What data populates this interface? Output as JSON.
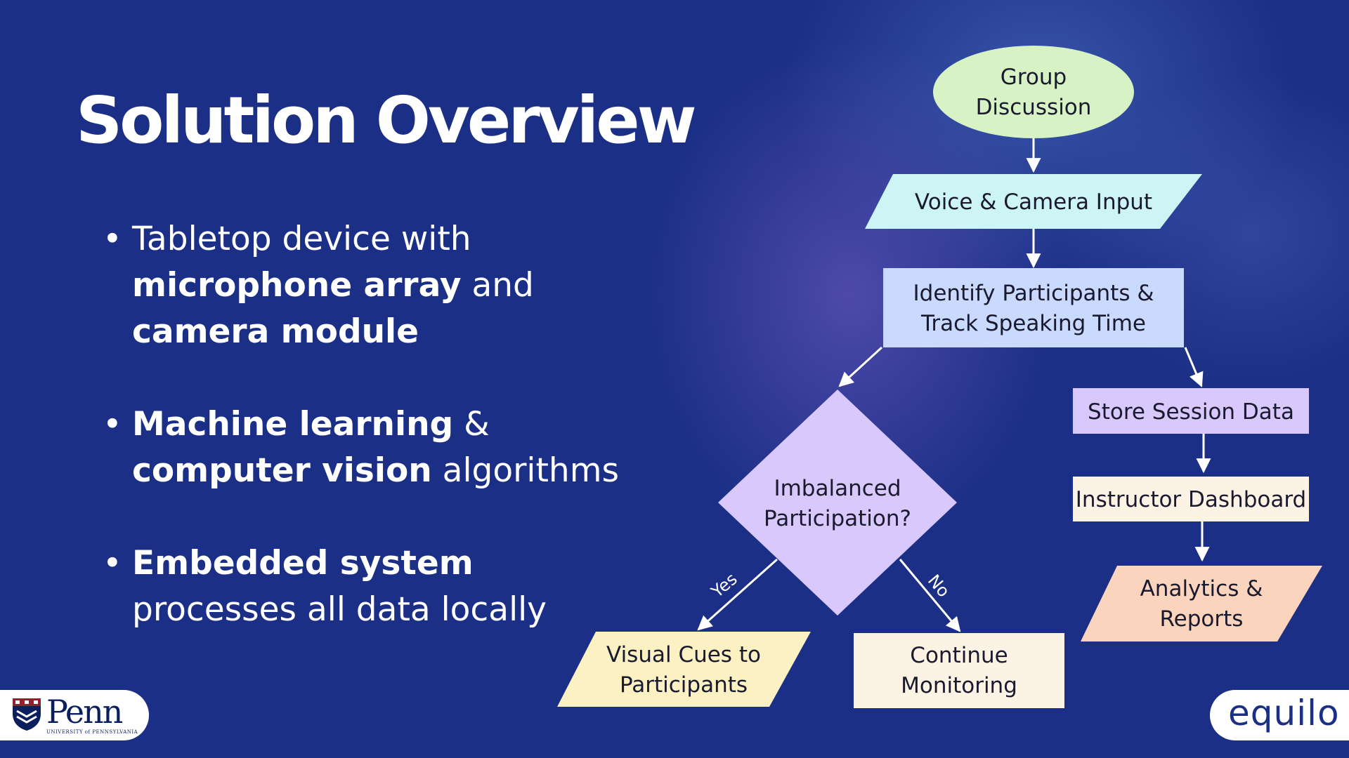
{
  "title": "Solution Overview",
  "bullets": [
    {
      "l1": "Tabletop device with",
      "l2_bold": "microphone array",
      "l2_rest": " and",
      "l3_bold": "camera module"
    },
    {
      "l1_bold": "Machine learning",
      "l1_rest": " &",
      "l2_bold": "computer vision",
      "l2_rest": " algorithms"
    },
    {
      "l1_bold": "Embedded system",
      "l2": "processes all data locally"
    }
  ],
  "flowchart": {
    "nodes": {
      "group_discussion": [
        "Group",
        "Discussion"
      ],
      "voice_camera_input": [
        "Voice & Camera Input"
      ],
      "identify_track": [
        "Identify Participants &",
        "Track Speaking Time"
      ],
      "store_session": [
        "Store Session Data"
      ],
      "imbalanced": [
        "Imbalanced",
        "Participation?"
      ],
      "instructor_dashboard": [
        "Instructor Dashboard"
      ],
      "analytics_reports": [
        "Analytics &",
        "Reports"
      ],
      "visual_cues": [
        "Visual Cues to",
        "Participants"
      ],
      "continue_monitoring": [
        "Continue",
        "Monitoring"
      ]
    },
    "edge_labels": {
      "yes": "Yes",
      "no": "No"
    },
    "colors": {
      "green": "#d7f3c6",
      "cyan": "#cdf5f6",
      "blue": "#c9dafe",
      "purple": "#d9c8fb",
      "cream": "#fdf3e5",
      "peach": "#fbd4bd",
      "yellow": "#fbf1c2",
      "background": "#1b2f86",
      "arrow": "#ffffff"
    }
  },
  "logos": {
    "penn": {
      "word": "Penn",
      "sub": "UNIVERSITY of PENNSYLVANIA"
    },
    "equilo": {
      "word": "equilo"
    }
  }
}
